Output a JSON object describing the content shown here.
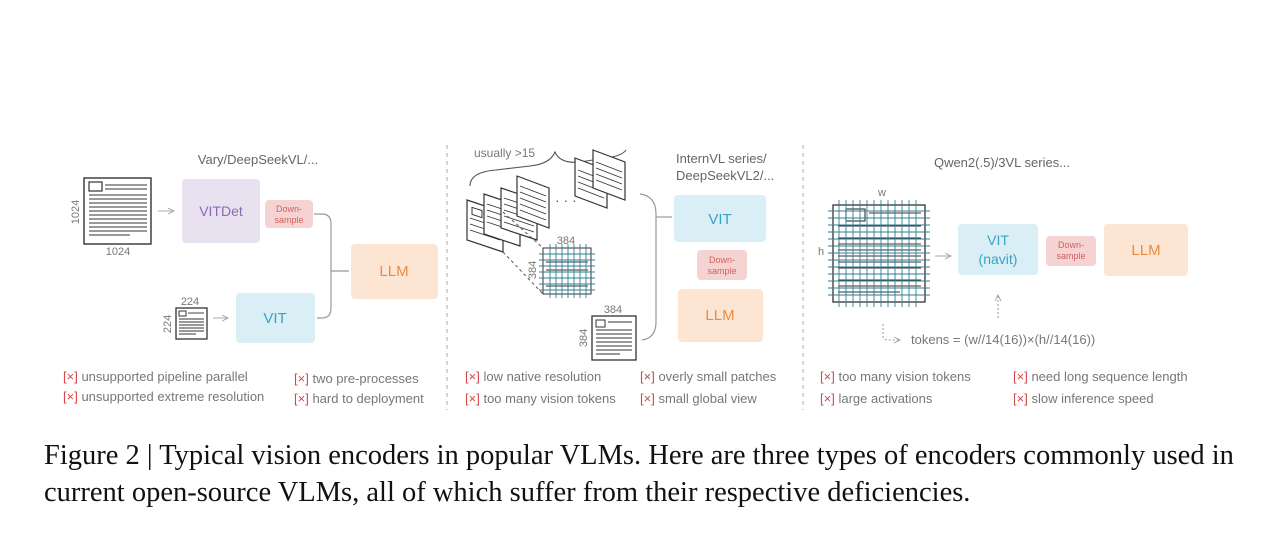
{
  "panel1": {
    "title": "Vary/DeepSeekVL/...",
    "doc_size_side": "1024",
    "doc_size_bottom": "1024",
    "vitdet_label": "VITDet",
    "downsample_label_line1": "Down-",
    "downsample_label_line2": "sample",
    "vit_label": "VIT",
    "small_doc_size_top": "224",
    "small_doc_size_side": "224",
    "llm_label": "LLM",
    "cons": [
      {
        "mark": "[×]",
        "text": "unsupported pipeline  parallel"
      },
      {
        "mark": "[×]",
        "text": "unsupported extreme resolution"
      },
      {
        "mark": "[×]",
        "text": "two pre-processes"
      },
      {
        "mark": "[×]",
        "text": "hard to deployment"
      }
    ]
  },
  "panel2": {
    "title_line1": "InternVL series/",
    "title_line2": "DeepSeekVL2/...",
    "tiles_note": "usually >15",
    "tile_size_top": "384",
    "tile_size_side": "384",
    "global_size_top": "384",
    "global_size_side": "384",
    "vit_label": "VIT",
    "downsample_label_line1": "Down-",
    "downsample_label_line2": "sample",
    "llm_label": "LLM",
    "cons": [
      {
        "mark": "[×]",
        "text": "low native resolution"
      },
      {
        "mark": "[×]",
        "text": "too many vision tokens"
      },
      {
        "mark": "[×]",
        "text": "overly small patches"
      },
      {
        "mark": "[×]",
        "text": "small global view"
      }
    ]
  },
  "panel3": {
    "title": "Qwen2(.5)/3VL series...",
    "width_label": "w",
    "height_label": "h",
    "vit_label_line1": "VIT",
    "vit_label_line2": "(navit)",
    "downsample_label_line1": "Down-",
    "downsample_label_line2": "sample",
    "llm_label": "LLM",
    "tokens_formula": "tokens = (w//14(16))×(h//14(16))",
    "cons": [
      {
        "mark": "[×]",
        "text": "too many vision tokens"
      },
      {
        "mark": "[×]",
        "text": "large activations"
      },
      {
        "mark": "[×]",
        "text": "need long sequence length"
      },
      {
        "mark": "[×]",
        "text": "slow inference speed"
      }
    ]
  },
  "caption": "Figure 2 | Typical vision encoders in popular VLMs. Here are three types of encoders commonly used in current open-source VLMs, all of which suffer from their respective deficiencies.",
  "colors": {
    "vitdet_fill": "#e8e2f0",
    "vitdet_text": "#8a6bb0",
    "vit_fill": "#daeef5",
    "vit_text": "#3aa3c4",
    "llm_fill": "#fde5d4",
    "llm_text": "#ee8a3a",
    "downsample_fill": "#f5d3d3",
    "downsample_text": "#d0625e",
    "cross_mark": "#d04a4a",
    "grid_line": "#2f7f94"
  }
}
